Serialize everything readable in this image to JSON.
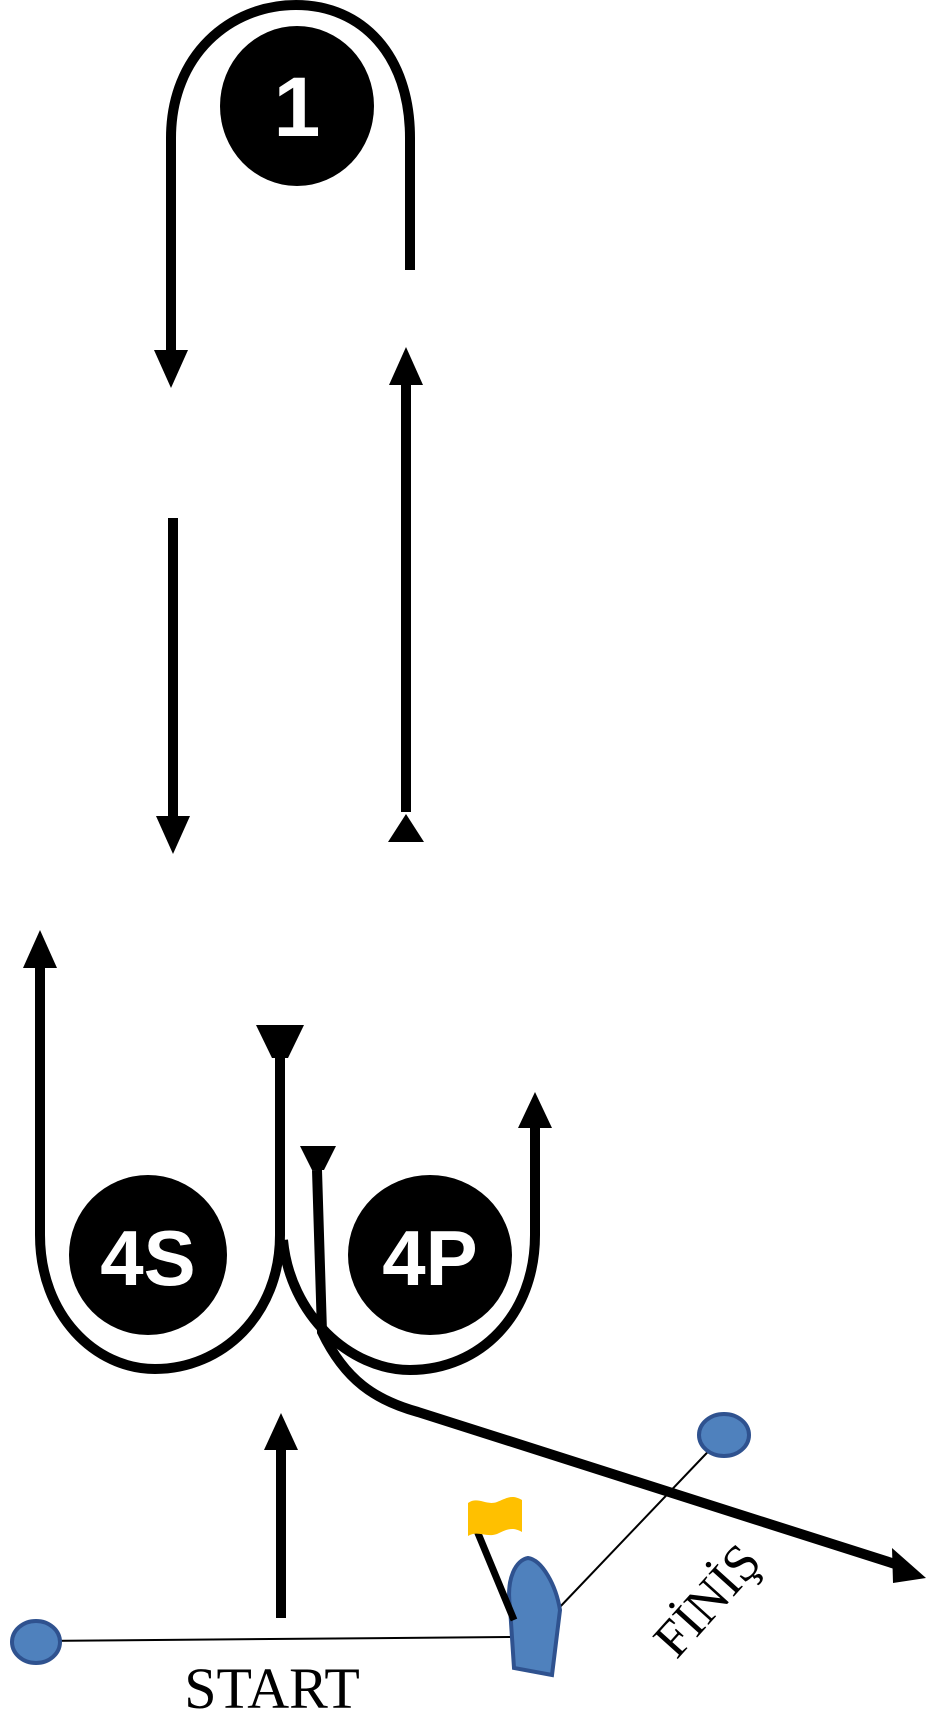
{
  "colors": {
    "mark_fill": "#000000",
    "mark_text": "#ffffff",
    "course_line": "#000000",
    "buoy_fill": "#4f81bd",
    "buoy_stroke": "#2f528f",
    "boat_fill": "#4f81bd",
    "boat_stroke": "#2f528f",
    "flag": "#ffc000"
  },
  "marks": {
    "mark1": "1",
    "mark4s": "4S",
    "mark4p": "4P"
  },
  "lines": {
    "start": "START",
    "finish": "FİNİŞ"
  },
  "icons": {
    "committee_boat": "boat-icon",
    "flag": "flag-icon",
    "buoy": "buoy-icon"
  }
}
